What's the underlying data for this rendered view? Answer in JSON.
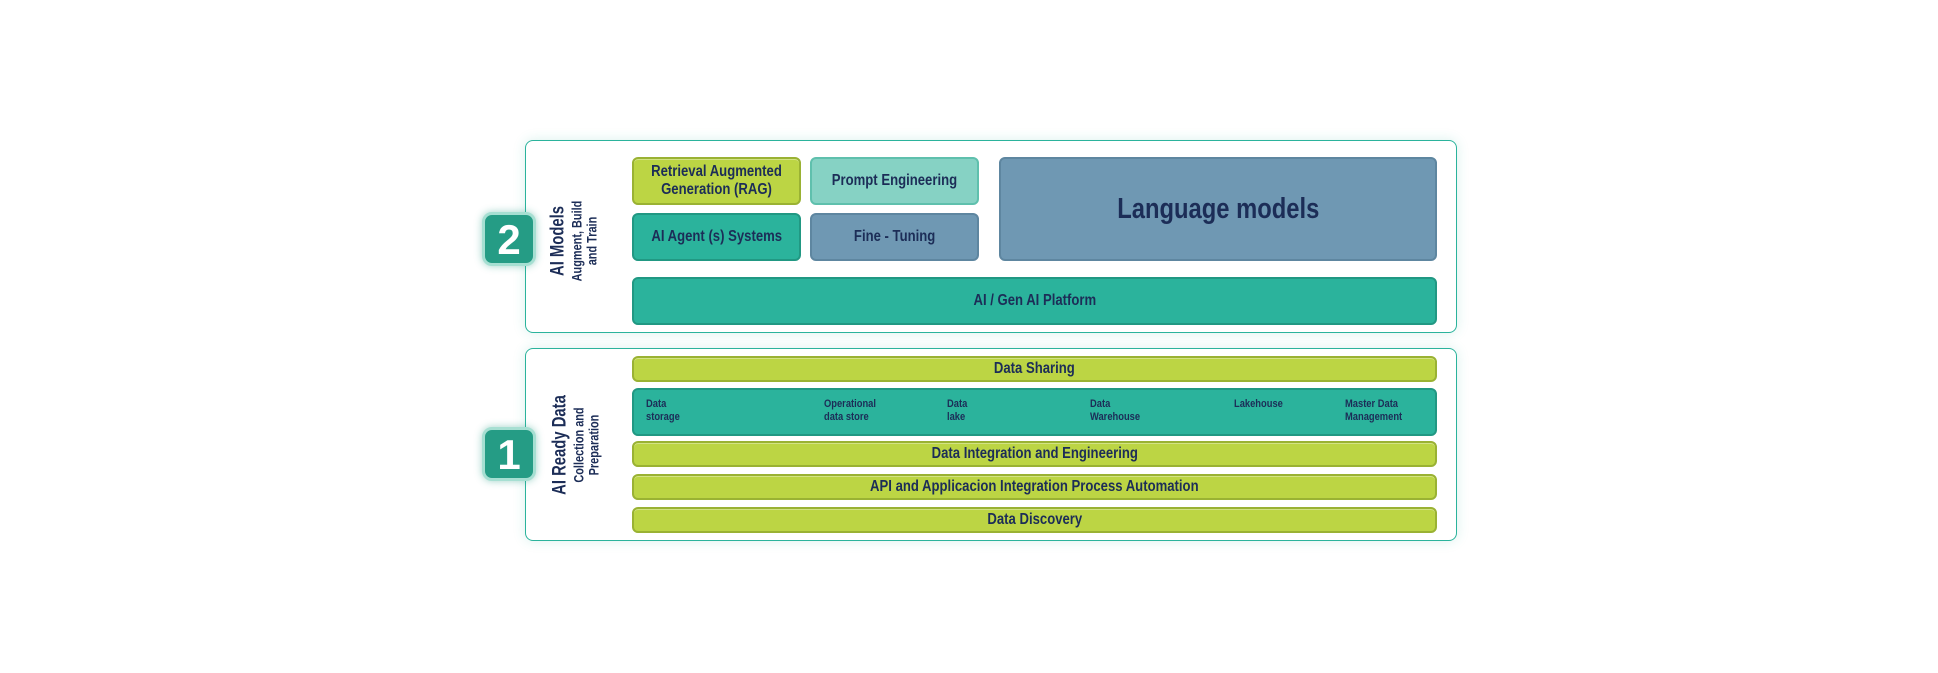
{
  "layer2": {
    "number": "2",
    "title": "AI Models",
    "subtitle_line1": "Augment, Build",
    "subtitle_line2": "and Train",
    "boxes": {
      "rag": "Retrieval Augmented Generation (RAG)",
      "prompt": "Prompt Engineering",
      "agents": "AI Agent (s) Systems",
      "fine_tuning": "Fine - Tuning",
      "language_models": "Language models",
      "platform": "AI /  Gen AI Platform"
    }
  },
  "layer1": {
    "number": "1",
    "title": "AI Ready Data",
    "subtitle_line1": "Collection and",
    "subtitle_line2": "Preparation",
    "sharing": "Data Sharing",
    "storage_items": [
      "Data\nstorage",
      "Operational\ndata store",
      "Data\nlake",
      "Data\nWarehouse",
      "Lakehouse",
      "Master Data\nManagement"
    ],
    "integration": "Data Integration and Engineering",
    "api": "API and Applicacion Integration  Process Automation",
    "discovery": "Data Discovery"
  },
  "colors": {
    "teal": "#2bb39c",
    "lime": "#bcd544",
    "mint": "#86d2c4",
    "slate": "#6f98b3",
    "text": "#1c2d57"
  }
}
